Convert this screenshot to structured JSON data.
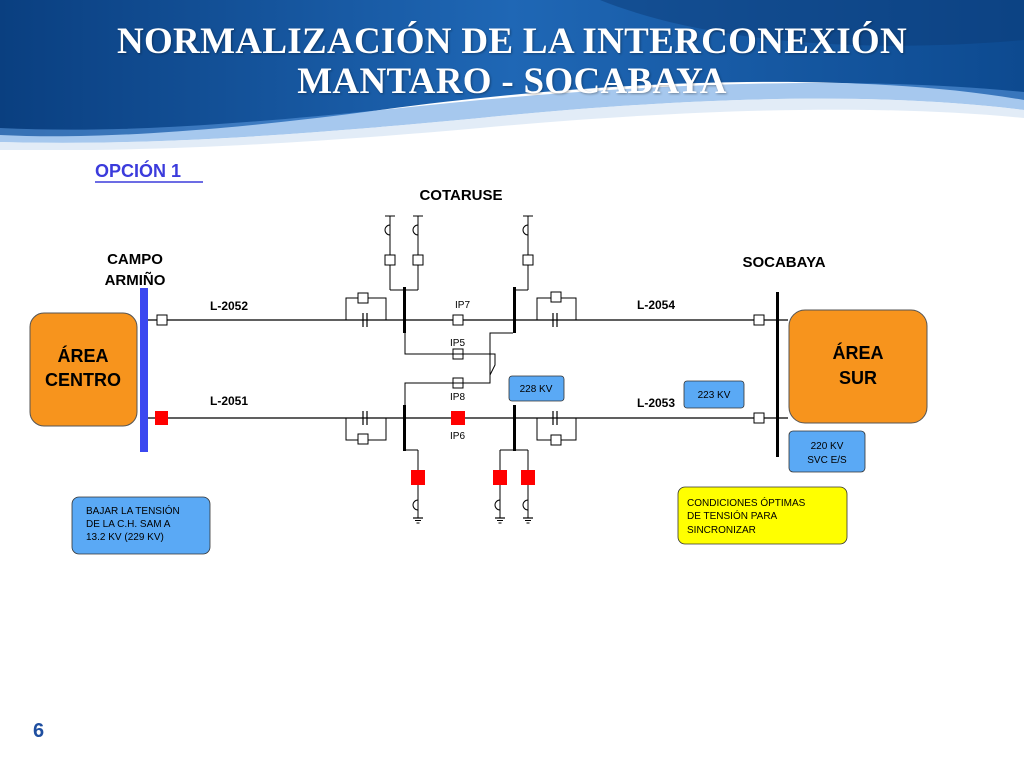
{
  "title": {
    "line1": "NORMALIZACIÓN DE LA INTERCONEXIÓN",
    "line2": "MANTARO - SOCABAYA"
  },
  "option_label": "OPCIÓN 1",
  "stations": {
    "cotaruse": "COTARUSE",
    "campo_line1": "CAMPO",
    "campo_line2": "ARMIÑO",
    "socabaya": "SOCABAYA"
  },
  "areas": {
    "centro_line1": "ÁREA",
    "centro_line2": "CENTRO",
    "sur_line1": "ÁREA",
    "sur_line2": "SUR"
  },
  "lines": {
    "l2052": "L-2052",
    "l2051": "L-2051",
    "l2054": "L-2054",
    "l2053": "L-2053"
  },
  "breakers": {
    "ip7": "IP7",
    "ip5": "IP5",
    "ip8": "IP8",
    "ip6": "IP6"
  },
  "voltages": {
    "v228": "228 KV",
    "v223": "223 KV",
    "v220_line1": "220 KV",
    "v220_line2": "SVC E/S"
  },
  "notes": {
    "left_line1": "BAJAR LA TENSIÓN",
    "left_line2": "DE LA C.H. SAM A",
    "left_line3": "13.2 KV (229 KV)",
    "right_line1": "CONDICIONES ÓPTIMAS",
    "right_line2": "DE TENSIÓN PARA",
    "right_line3": "SINCRONIZAR"
  },
  "page_number": "6",
  "colors": {
    "banner_dark": "#0e4c93",
    "banner_light": "#2f79c6",
    "area_fill": "#f7941d",
    "note_blue": "#5aa9f5",
    "note_yellow": "#ffff00",
    "breaker_closed": "#ff0000",
    "busbar_blue": "#3b48f0",
    "option_blue": "#3b3bdc"
  }
}
